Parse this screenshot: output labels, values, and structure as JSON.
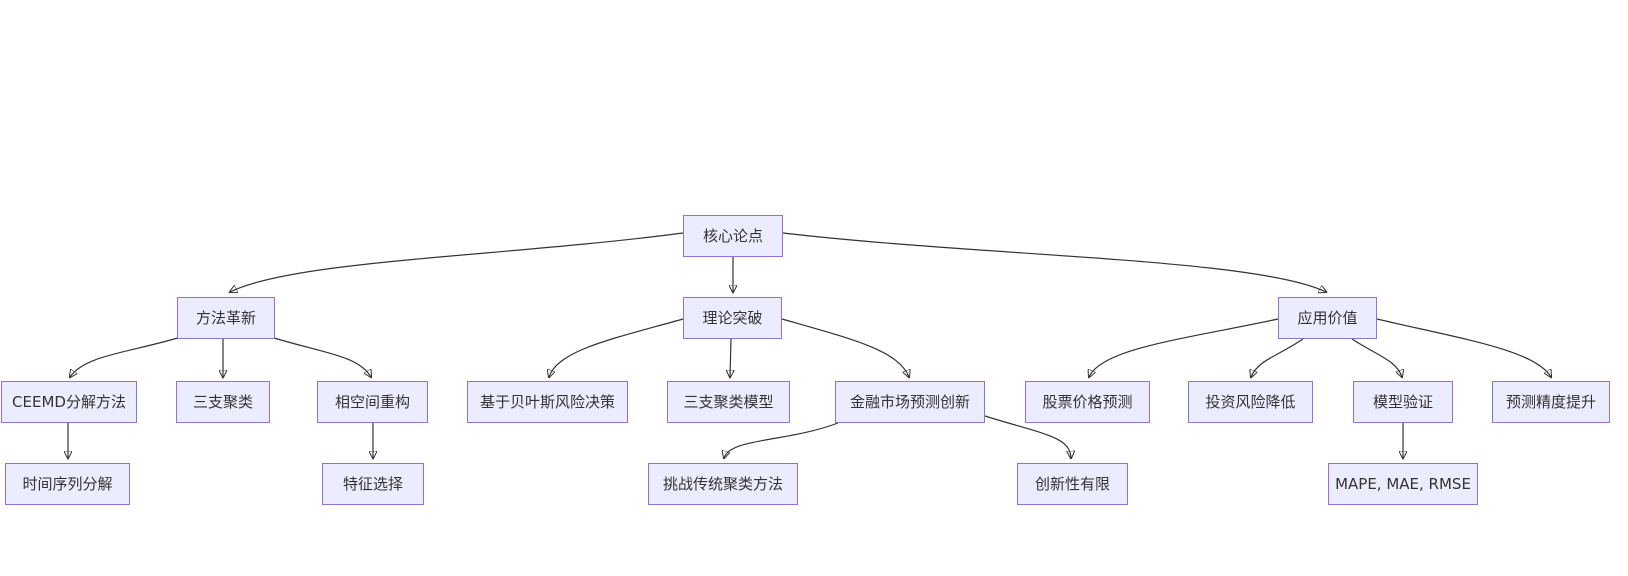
{
  "diagram": {
    "type": "flowchart-top-down",
    "colors": {
      "background": "#ffffff",
      "node_fill": "#ECECFF",
      "node_border": "#9370DB",
      "node_text": "#333333",
      "edge_stroke": "#333333"
    },
    "nodes": [
      {
        "id": "core-thesis",
        "label": "核心论点",
        "level": 1
      },
      {
        "id": "method-innovation",
        "label": "方法革新",
        "level": 2
      },
      {
        "id": "theory-breakthrough",
        "label": "理论突破",
        "level": 2
      },
      {
        "id": "application-value",
        "label": "应用价值",
        "level": 2
      },
      {
        "id": "ceemd-decomposition",
        "label": "CEEMD分解方法",
        "level": 3
      },
      {
        "id": "three-way-clustering",
        "label": "三支聚类",
        "level": 3
      },
      {
        "id": "phase-space-reconstruction",
        "label": "相空间重构",
        "level": 3
      },
      {
        "id": "bayesian-risk-decision",
        "label": "基于贝叶斯风险决策",
        "level": 3
      },
      {
        "id": "three-way-clustering-model",
        "label": "三支聚类模型",
        "level": 3
      },
      {
        "id": "financial-market-forecast-innovation",
        "label": "金融市场预测创新",
        "level": 3
      },
      {
        "id": "stock-price-prediction",
        "label": "股票价格预测",
        "level": 3
      },
      {
        "id": "investment-risk-reduction",
        "label": "投资风险降低",
        "level": 3
      },
      {
        "id": "model-validation",
        "label": "模型验证",
        "level": 3
      },
      {
        "id": "prediction-accuracy-improvement",
        "label": "预测精度提升",
        "level": 3
      },
      {
        "id": "time-series-decomposition",
        "label": "时间序列分解",
        "level": 4
      },
      {
        "id": "feature-selection",
        "label": "特征选择",
        "level": 4
      },
      {
        "id": "challenge-traditional-clustering",
        "label": "挑战传统聚类方法",
        "level": 4
      },
      {
        "id": "limited-innovation",
        "label": "创新性有限",
        "level": 4
      },
      {
        "id": "mape-mae-rmse",
        "label": "MAPE, MAE, RMSE",
        "level": 4
      }
    ],
    "edges": [
      {
        "from": "core-thesis",
        "to": "method-innovation"
      },
      {
        "from": "core-thesis",
        "to": "theory-breakthrough"
      },
      {
        "from": "core-thesis",
        "to": "application-value"
      },
      {
        "from": "method-innovation",
        "to": "ceemd-decomposition"
      },
      {
        "from": "method-innovation",
        "to": "three-way-clustering"
      },
      {
        "from": "method-innovation",
        "to": "phase-space-reconstruction"
      },
      {
        "from": "theory-breakthrough",
        "to": "bayesian-risk-decision"
      },
      {
        "from": "theory-breakthrough",
        "to": "three-way-clustering-model"
      },
      {
        "from": "theory-breakthrough",
        "to": "financial-market-forecast-innovation"
      },
      {
        "from": "application-value",
        "to": "stock-price-prediction"
      },
      {
        "from": "application-value",
        "to": "investment-risk-reduction"
      },
      {
        "from": "application-value",
        "to": "model-validation"
      },
      {
        "from": "application-value",
        "to": "prediction-accuracy-improvement"
      },
      {
        "from": "ceemd-decomposition",
        "to": "time-series-decomposition"
      },
      {
        "from": "phase-space-reconstruction",
        "to": "feature-selection"
      },
      {
        "from": "financial-market-forecast-innovation",
        "to": "challenge-traditional-clustering"
      },
      {
        "from": "financial-market-forecast-innovation",
        "to": "limited-innovation"
      },
      {
        "from": "model-validation",
        "to": "mape-mae-rmse"
      }
    ]
  }
}
